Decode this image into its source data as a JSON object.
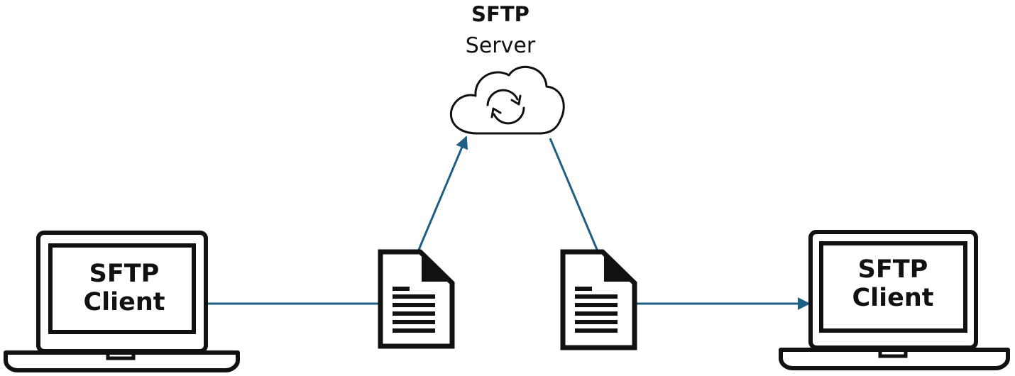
{
  "server": {
    "title": "SFTP",
    "subtitle": "Server",
    "icon": "cloud-sync-icon"
  },
  "client_left": {
    "line1": "SFTP",
    "line2": "Client",
    "icon": "laptop-icon"
  },
  "client_right": {
    "line1": "SFTP",
    "line2": "Client",
    "icon": "laptop-icon"
  },
  "documents": [
    {
      "icon": "document-icon"
    },
    {
      "icon": "document-icon"
    }
  ],
  "colors": {
    "connector": "#1f5f86",
    "outline": "#111111",
    "background": "#ffffff"
  }
}
